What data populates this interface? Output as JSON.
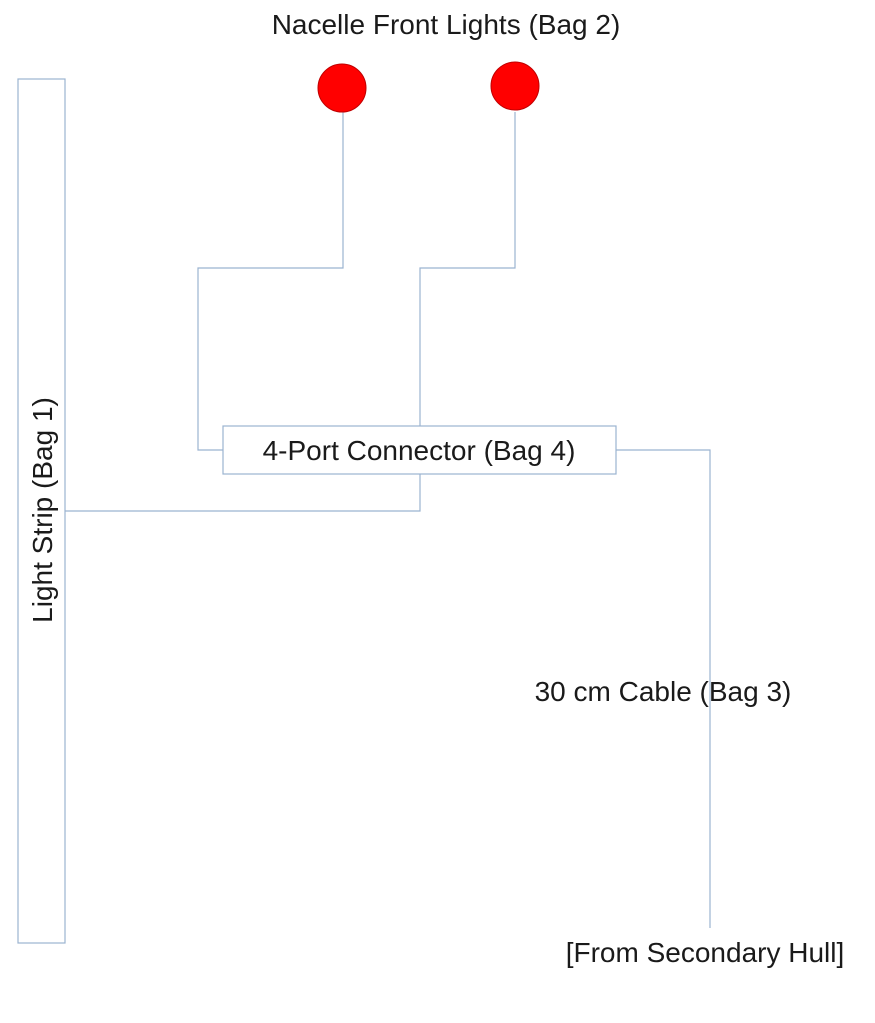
{
  "diagram": {
    "title": "Nacelle Front Lights (Bag 2)",
    "light_strip_label": "Light Strip (Bag 1)",
    "connector_label": "4-Port Connector (Bag 4)",
    "cable_label": "30 cm Cable (Bag 3)",
    "source_label": "[From Secondary Hull]",
    "light_color": "#ff0000",
    "wire_color": "#9bb3d0"
  }
}
